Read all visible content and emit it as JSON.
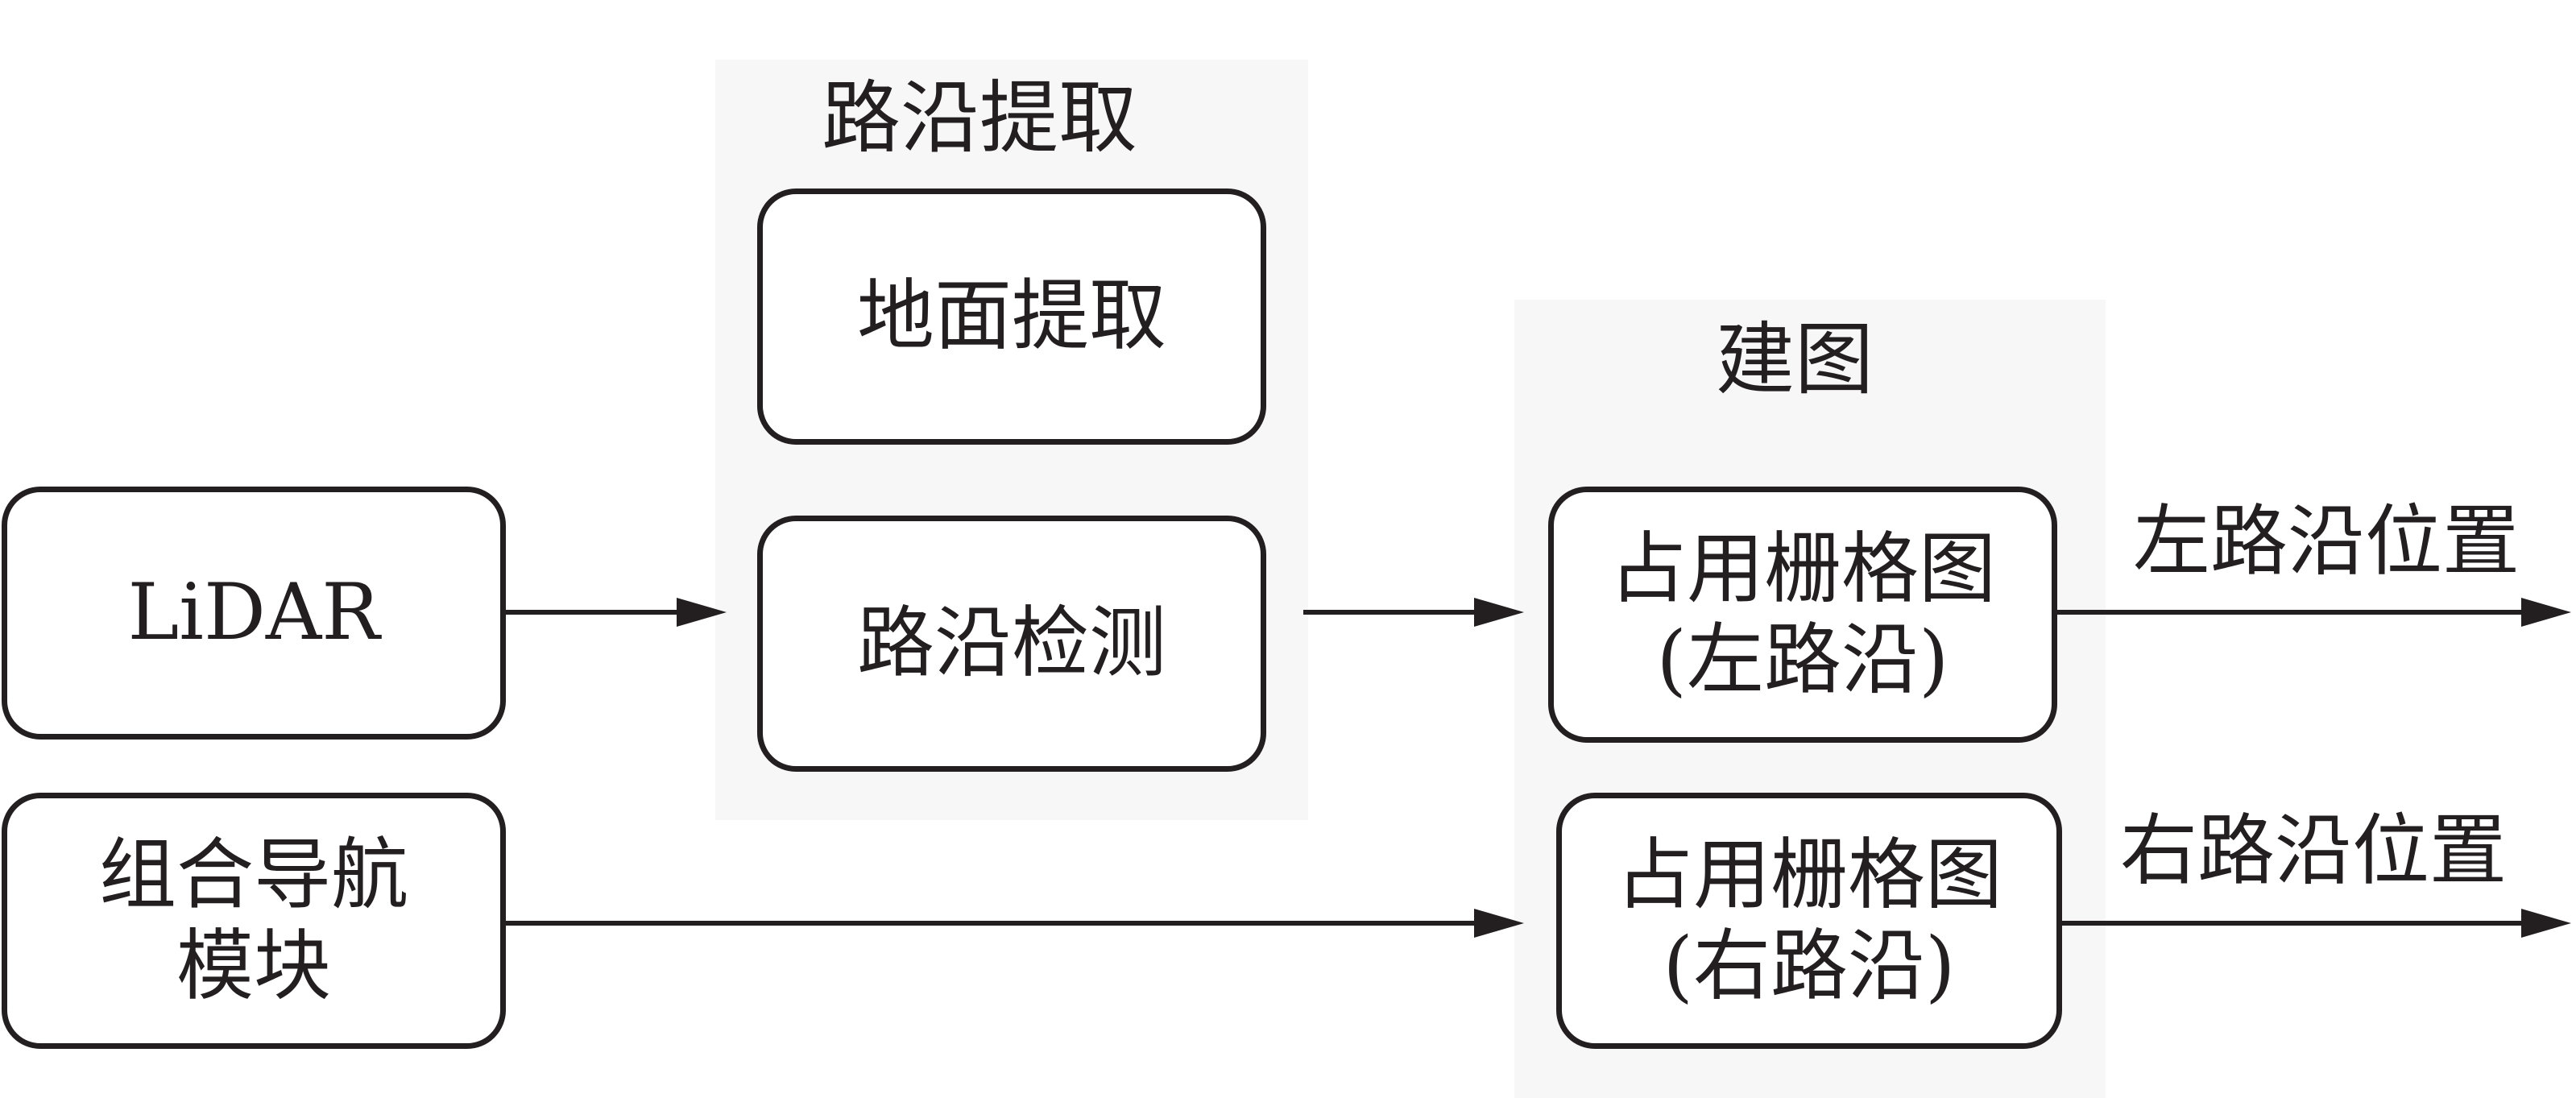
{
  "groups": {
    "curb_extraction": {
      "title": "路沿提取"
    },
    "mapping": {
      "title": "建图"
    }
  },
  "nodes": {
    "lidar": {
      "text": "LiDAR"
    },
    "ground_extraction": {
      "text": "地面提取"
    },
    "curb_detection": {
      "text": "路沿检测"
    },
    "nav_module": {
      "line1": "组合导航",
      "line2": "模块"
    },
    "grid_left": {
      "line1": "占用栅格图",
      "line2": "(左路沿)"
    },
    "grid_right": {
      "line1": "占用栅格图",
      "line2": "(右路沿)"
    }
  },
  "outputs": {
    "left_curb_position": "左路沿位置",
    "right_curb_position": "右路沿位置"
  },
  "colors": {
    "stroke": "#231f20",
    "group_background": "#f7f7f7"
  }
}
